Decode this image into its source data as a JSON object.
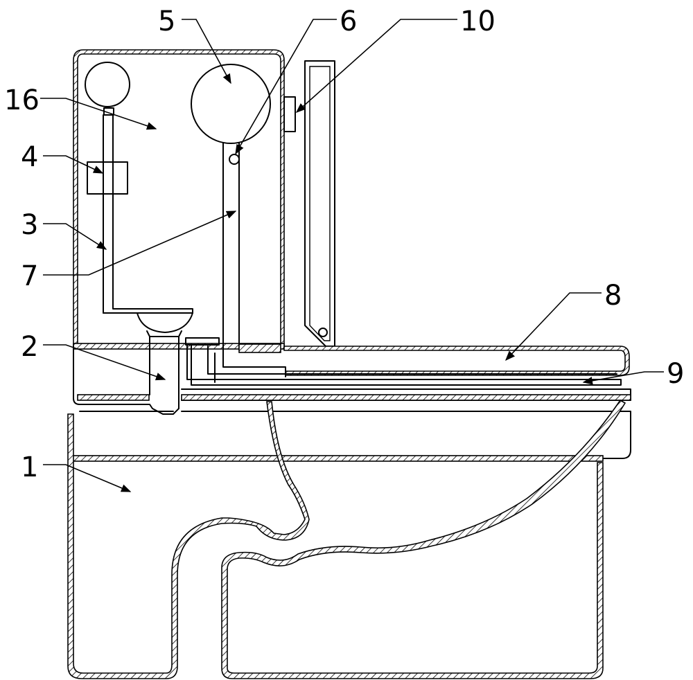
{
  "labels": {
    "l1": "1",
    "l2": "2",
    "l3": "3",
    "l4": "4",
    "l5": "5",
    "l6": "6",
    "l7": "7",
    "l8": "8",
    "l9": "9",
    "l10": "10",
    "l16": "16"
  }
}
